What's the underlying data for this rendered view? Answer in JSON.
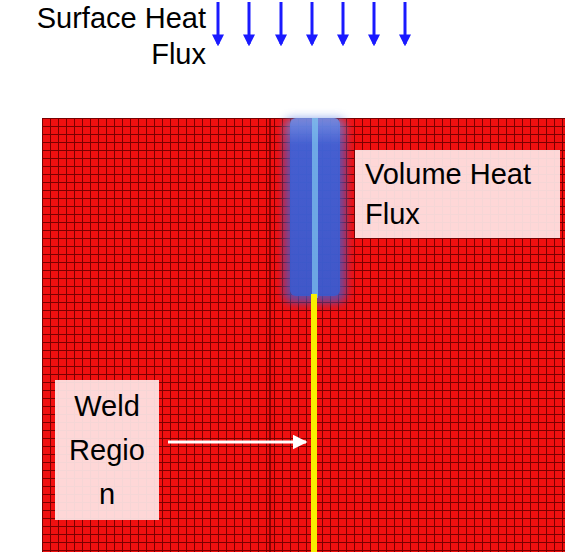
{
  "diagram": {
    "labels": [
      "Surface Heat Flux",
      "Volume Heat Flux",
      "Weld Regio n"
    ]
  }
}
